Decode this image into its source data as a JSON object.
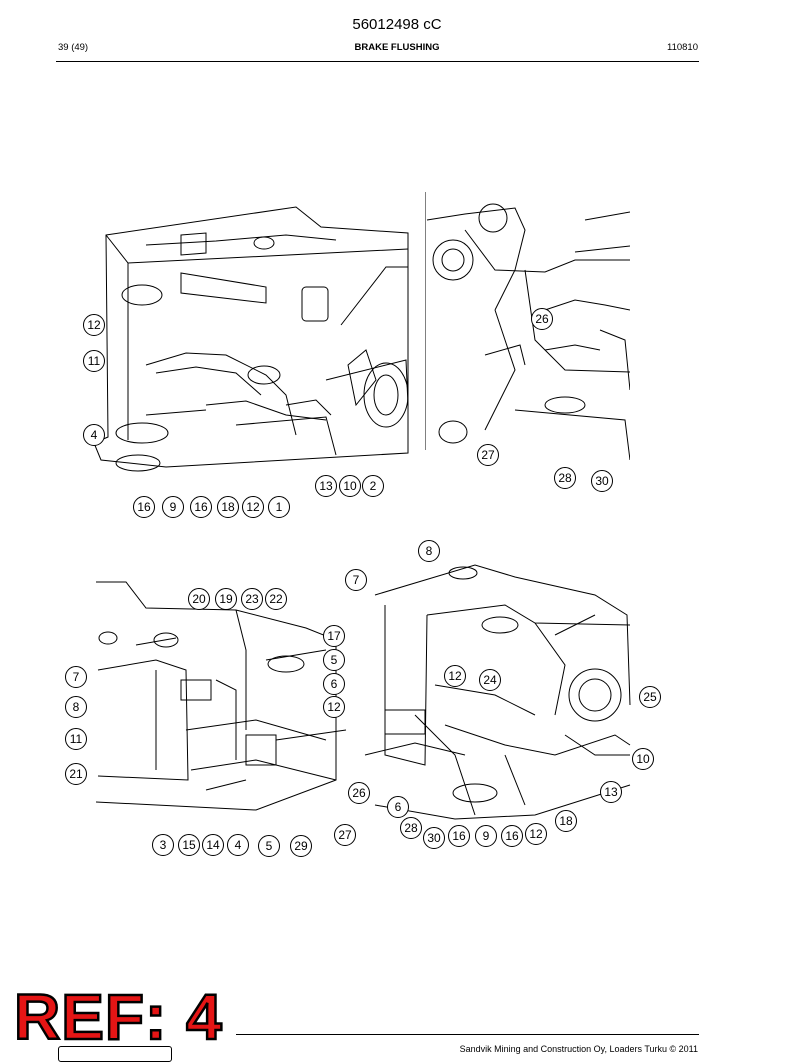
{
  "header": {
    "doc_code": "56012498 cC",
    "page": "39 (49)",
    "title": "BRAKE FLUSHING",
    "date_code": "110810"
  },
  "footer": {
    "company_text": "Sandvik Mining and Construction Oy, Loaders Turku © 2011",
    "ref_stamp": "REF: 4"
  },
  "figures": {
    "top_left_labels": [
      "12",
      "11",
      "4",
      "16",
      "9",
      "16",
      "18",
      "12",
      "1",
      "13",
      "10",
      "2"
    ],
    "top_right_labels": [
      "26",
      "27",
      "28",
      "30"
    ],
    "bottom_left_labels": [
      "20",
      "19",
      "23",
      "22",
      "17",
      "5",
      "6",
      "12",
      "7",
      "8",
      "11",
      "21",
      "26",
      "27",
      "3",
      "15",
      "14",
      "4",
      "5",
      "29"
    ],
    "bottom_right_labels": [
      "8",
      "7",
      "12",
      "24",
      "25",
      "10",
      "13",
      "18",
      "6",
      "28",
      "30",
      "16",
      "9",
      "16",
      "12"
    ]
  }
}
